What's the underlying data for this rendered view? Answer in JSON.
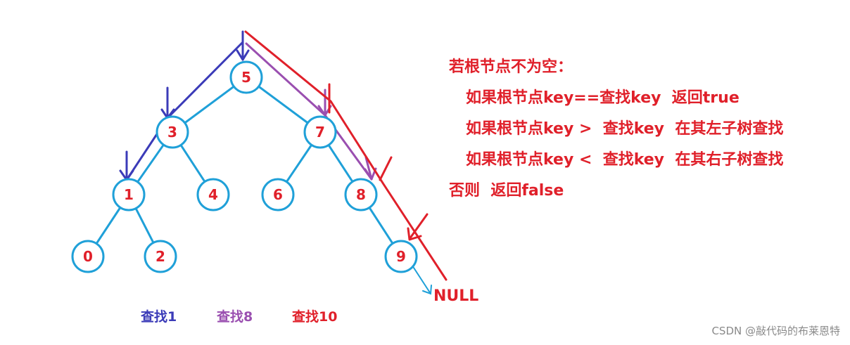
{
  "tree": {
    "nodes": [
      {
        "id": "5",
        "label": "5"
      },
      {
        "id": "3",
        "label": "3"
      },
      {
        "id": "7",
        "label": "7"
      },
      {
        "id": "1",
        "label": "1"
      },
      {
        "id": "4",
        "label": "4"
      },
      {
        "id": "6",
        "label": "6"
      },
      {
        "id": "8",
        "label": "8"
      },
      {
        "id": "0",
        "label": "0"
      },
      {
        "id": "2",
        "label": "2"
      },
      {
        "id": "9",
        "label": "9"
      }
    ],
    "edges": [
      [
        "5",
        "3"
      ],
      [
        "5",
        "7"
      ],
      [
        "3",
        "1"
      ],
      [
        "3",
        "4"
      ],
      [
        "7",
        "6"
      ],
      [
        "7",
        "8"
      ],
      [
        "1",
        "0"
      ],
      [
        "1",
        "2"
      ],
      [
        "8",
        "9"
      ]
    ],
    "null_label": "NULL"
  },
  "rules": {
    "condition": "若根节点不为空：",
    "case_equal": "如果根节点key==查找key  返回true",
    "case_greater": "如果根节点key >  查找key  在其左子树查找",
    "case_less": "如果根节点key <  查找key  在其右子树查找",
    "otherwise": "否则  返回false"
  },
  "legend": [
    {
      "label": "查找1",
      "color": "#3b3bb8"
    },
    {
      "label": "查找8",
      "color": "#9a4fb0"
    },
    {
      "label": "查找10",
      "color": "#e0202a"
    }
  ],
  "colors": {
    "node_stroke": "#1fa0d8",
    "edge": "#1fa0d8",
    "node_text": "#e0202a"
  },
  "watermark": "CSDN @敲代码的布莱恩特"
}
